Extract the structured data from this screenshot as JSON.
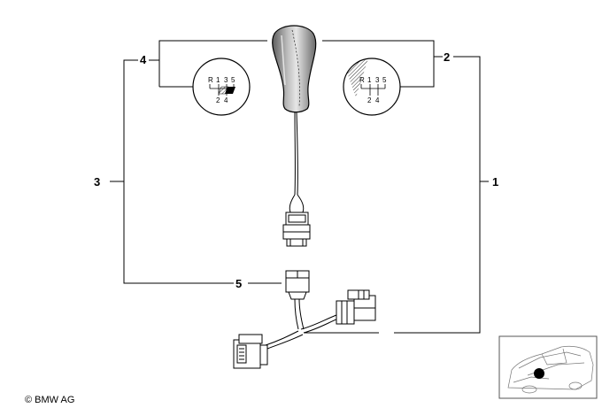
{
  "callouts": {
    "c1": "1",
    "c2": "2",
    "c3": "3",
    "c4": "4",
    "c5": "5"
  },
  "shift_pattern_left": {
    "top": [
      "R",
      "1",
      "3",
      "5"
    ],
    "bottom": [
      "2",
      "4"
    ]
  },
  "shift_pattern_right": {
    "top": [
      "R",
      "1",
      "3",
      "5"
    ],
    "bottom": [
      "2",
      "4"
    ]
  },
  "copyright": "© BMW AG",
  "colors": {
    "line": "#000000",
    "knob_shade": "#8a8a8a",
    "marker": "#000000"
  }
}
